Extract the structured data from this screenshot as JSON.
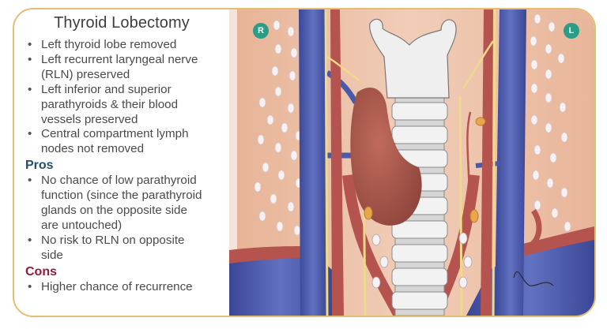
{
  "title": "Thyroid Lobectomy",
  "summary_items": [
    {
      "line1": "Left thyroid lobe removed",
      "line2": ""
    },
    {
      "line1": "Left recurrent laryngeal nerve",
      "line2": "(RLN) preserved"
    },
    {
      "line1": "Left inferior and superior",
      "line2": "parathyroids & their blood",
      "line3": "vessels preserved"
    },
    {
      "line1": "Central compartment lymph",
      "line2": "nodes not removed"
    }
  ],
  "pros": {
    "heading": "Pros",
    "items": [
      {
        "line1": "No chance of low parathyroid",
        "line2": "function (since the parathyroid",
        "line3": "glands on the opposite side",
        "line4": "are untouched)"
      },
      {
        "line1": "No risk to RLN on opposite",
        "line2": "side"
      }
    ]
  },
  "cons": {
    "heading": "Cons",
    "items": [
      {
        "line1": "Higher chance of recurrence"
      }
    ]
  },
  "illustration": {
    "right_side_badge": "R",
    "left_side_badge": "L",
    "colors": {
      "border": "#e2bd72",
      "badge": "#2a9d86",
      "skin": "#e9b79c",
      "vein": "#4a5aa8",
      "artery": "#b5534f",
      "nerve": "#efd98a",
      "thyroid": "#a9574b",
      "cartilage": "#eeeeee"
    },
    "labels": [
      "thyroid-cartilage",
      "trachea",
      "right-thyroid-lobe",
      "internal-jugular-vein-right",
      "internal-jugular-vein-left",
      "carotid-artery",
      "recurrent-laryngeal-nerve",
      "parathyroid-glands",
      "lymph-nodes"
    ]
  }
}
